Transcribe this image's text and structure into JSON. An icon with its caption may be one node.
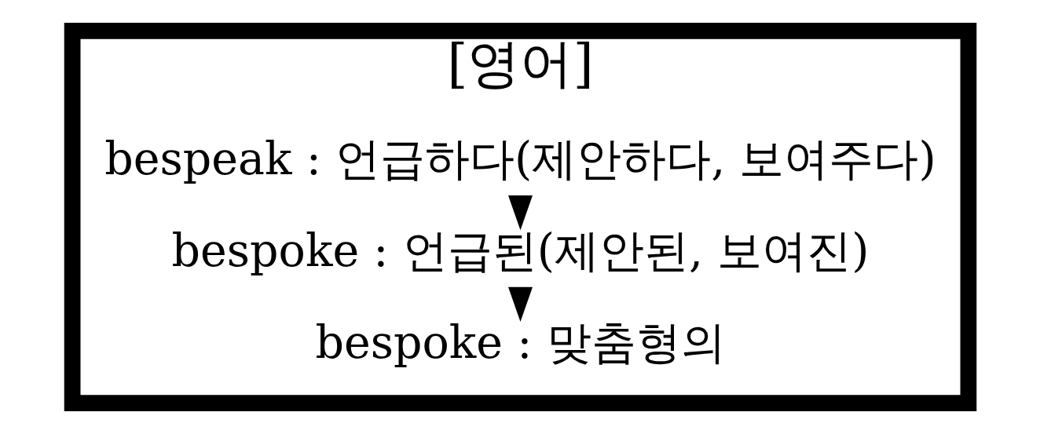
{
  "diagram": {
    "nodes": [
      {
        "text": [
          "[영어]"
        ]
      },
      {
        "text": [
          "bespeak : 언급하다(제안하다, 보여주다)"
        ],
        "in": 0
      },
      {
        "text": [
          "bespoke : 언급된(제안된, 보여진)"
        ],
        "in": 0
      },
      {
        "text": [
          "bespoke : 맞춤형의"
        ],
        "in": 0
      }
    ],
    "edges": [
      {
        "from": 1,
        "to": 2,
        "arrow": "to"
      },
      {
        "from": 2,
        "to": 3,
        "arrow": "to"
      }
    ]
  }
}
